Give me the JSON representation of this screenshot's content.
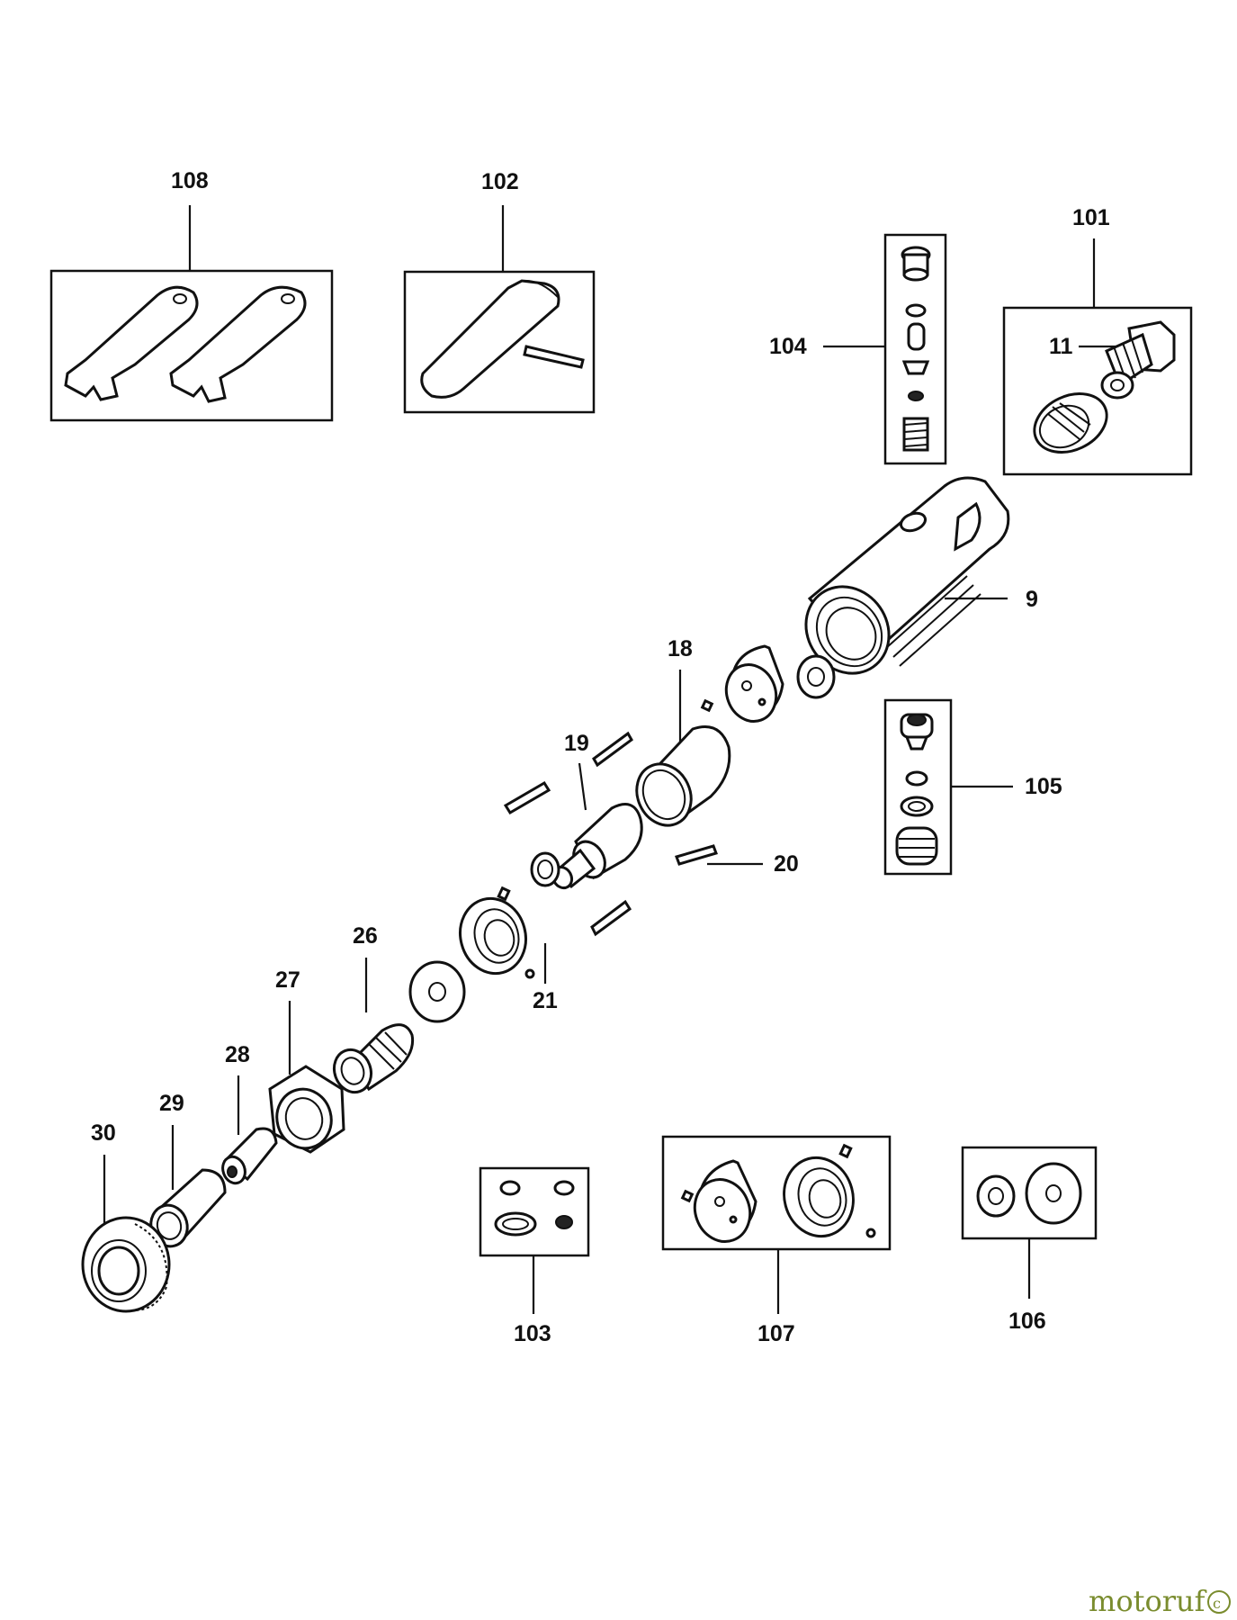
{
  "diagram": {
    "type": "exploded-parts-diagram",
    "callouts": [
      "108",
      "102",
      "101",
      "104",
      "11",
      "9",
      "18",
      "19",
      "105",
      "20",
      "21",
      "26",
      "27",
      "28",
      "29",
      "30",
      "103",
      "107",
      "106"
    ]
  },
  "watermark": {
    "text": "motoruf"
  }
}
